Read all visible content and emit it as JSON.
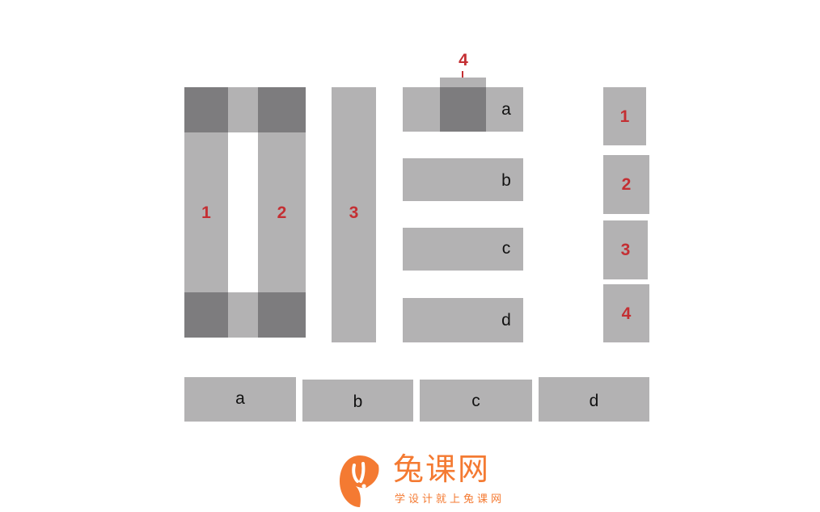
{
  "frame_layout": {
    "column_labels": [
      "1",
      "2"
    ]
  },
  "tall_block": {
    "label": "3"
  },
  "stack_rows": {
    "top_marker": "4",
    "row_labels": [
      "a",
      "b",
      "c",
      "d"
    ]
  },
  "vertical_tiles": {
    "labels": [
      "1",
      "2",
      "3",
      "4"
    ]
  },
  "bottom_row": {
    "labels": [
      "a",
      "b",
      "c",
      "d"
    ]
  },
  "logo": {
    "title": "兔课网",
    "slogan": "学设计就上兔课网",
    "brand_color": "#f47a32"
  },
  "colors": {
    "light_block": "#b3b2b3",
    "dark_block": "#7d7c7e",
    "marker_red": "#c42f33"
  }
}
